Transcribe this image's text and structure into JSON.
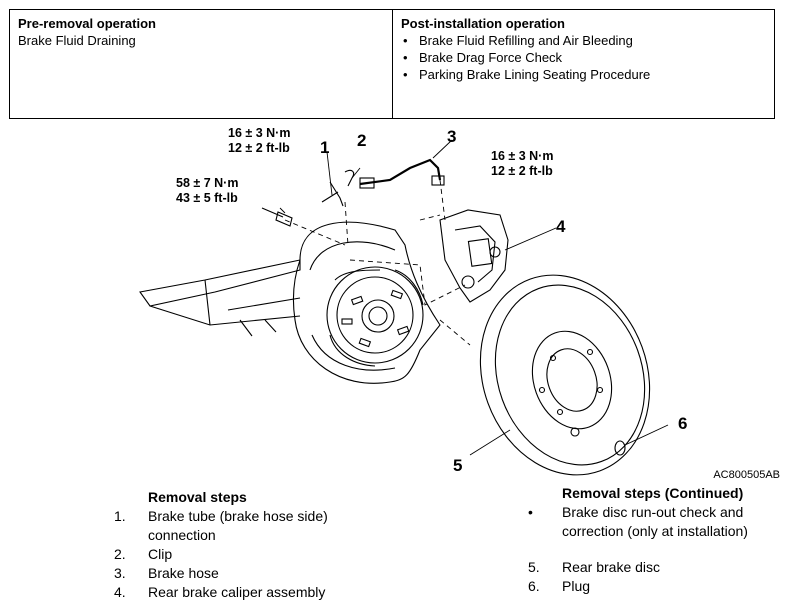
{
  "ops": {
    "pre_title": "Pre-removal operation",
    "pre_items": [
      "Brake Fluid Draining"
    ],
    "post_title": "Post-installation operation",
    "post_items": [
      "Brake Fluid Refilling and Air Bleeding",
      "Brake Drag Force Check",
      "Parking Brake Lining Seating Procedure"
    ]
  },
  "diagram": {
    "torque_a": [
      "16 ± 3 N·m",
      "12 ± 2 ft-lb"
    ],
    "torque_b": [
      "58 ± 7 N·m",
      "43 ± 5 ft-lb"
    ],
    "torque_c": [
      "16 ± 3 N·m",
      "12 ± 2 ft-lb"
    ],
    "callouts": [
      "1",
      "2",
      "3",
      "4",
      "5",
      "6"
    ],
    "figure_code": "AC800505AB"
  },
  "removal_left": {
    "title": "Removal steps",
    "items": [
      {
        "n": "1.",
        "text": "Brake tube (brake hose side)",
        "text2": "connection"
      },
      {
        "n": "2.",
        "text": "Clip"
      },
      {
        "n": "3.",
        "text": "Brake hose"
      },
      {
        "n": "4.",
        "text": "Rear brake caliper assembly"
      }
    ]
  },
  "removal_right": {
    "title": "Removal steps (Continued)",
    "bullet": "•",
    "bullet_text": "Brake disc run-out check and",
    "bullet_text2": "correction (only at installation)",
    "items": [
      {
        "n": "5.",
        "text": "Rear brake disc"
      },
      {
        "n": "6.",
        "text": "Plug"
      }
    ]
  }
}
